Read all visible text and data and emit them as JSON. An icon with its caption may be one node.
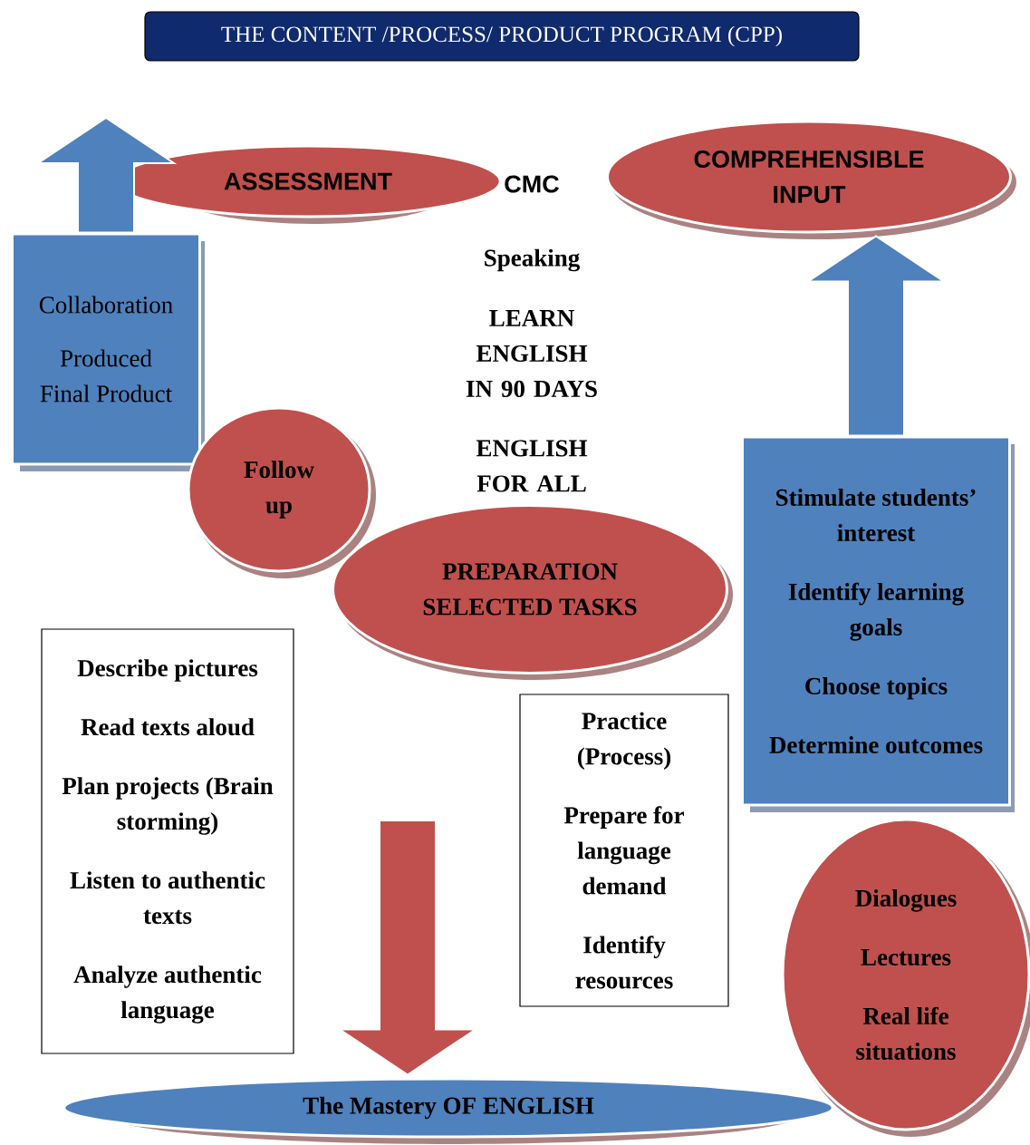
{
  "diagram": {
    "title": "THE CONTENT /PROCESS/ PRODUCT PROGRAM (CPP)",
    "nodes": [
      {
        "text": [
          "ASSESSMENT"
        ]
      },
      {
        "text": [
          "COMPREHENSIBLE INPUT"
        ]
      },
      {
        "text": [
          "Collaboration",
          "Produced Final Product"
        ]
      },
      {
        "text": [
          "Follow up"
        ]
      },
      {
        "text": [
          "Stimulate students’ interest",
          "Identify learning goals",
          "Choose topics",
          "Determine outcomes"
        ]
      },
      {
        "text": [
          "PREPARATION SELECTED TASKS"
        ]
      },
      {
        "text": [
          "Describe pictures",
          "Read texts aloud",
          "Plan projects (Brain storming)",
          "Listen to authentic texts",
          "Analyze authentic language"
        ]
      },
      {
        "text": [
          "Practice (Process)",
          "Prepare for language demand",
          "Identify resources"
        ]
      },
      {
        "text": [
          "Dialogues",
          "Lectures",
          "Real life situations"
        ]
      },
      {
        "text": [
          "The Mastery OF ENGLISH"
        ]
      }
    ],
    "edges": [
      {
        "from": 2,
        "to": null,
        "arrow": "to",
        "style": "thick",
        "color": "#4f81bd"
      },
      {
        "from": 4,
        "to": 1,
        "arrow": "to",
        "style": "thick",
        "color": "#4f81bd"
      },
      {
        "from": null,
        "to": 9,
        "arrow": "to",
        "style": "thick",
        "color": "#c0504d"
      }
    ],
    "labels": [
      "CMC",
      "Speaking",
      "LEARN ENGLISH IN 90 DAYS",
      "ENGLISH FOR ALL"
    ]
  }
}
